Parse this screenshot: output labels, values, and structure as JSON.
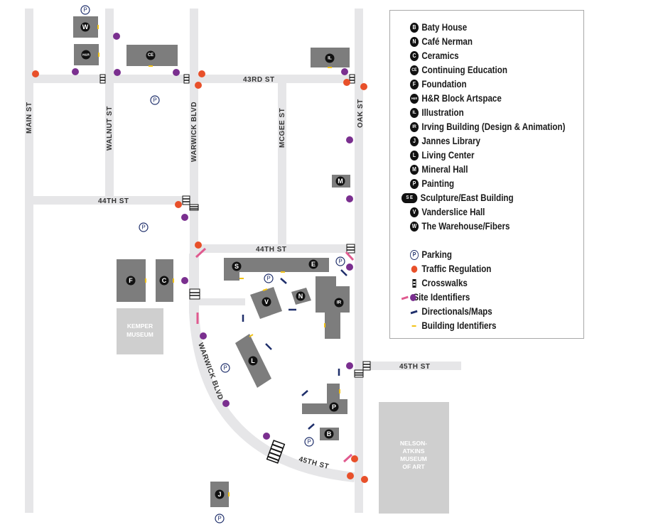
{
  "streets": {
    "main": "MAIN ST",
    "walnut": "WALNUT ST",
    "warwick_north": "WARWICK BLVD",
    "warwick_south": "WARWICK BLVD",
    "mcgee": "MCGEE ST",
    "oak": "OAK ST",
    "st43": "43RD ST",
    "st44_west": "44TH ST",
    "st44_east": "44TH ST",
    "st45_east": "45TH ST",
    "st45_south": "45TH ST"
  },
  "museums": {
    "kemper_line1": "KEMPER",
    "kemper_line2": "MUSEUM",
    "nelson_line1": "NELSON-",
    "nelson_line2": "ATKINS",
    "nelson_line3": "MUSEUM",
    "nelson_line4": "OF ART"
  },
  "buildings": {
    "warehouse": "W",
    "hr_block": "H&R",
    "continuing_ed": "CE",
    "illustration": "IL",
    "mineral": "M",
    "foundation": "F",
    "ceramics": "C",
    "sculpture": "S",
    "east": "E",
    "vanderslice": "V",
    "nerman": "N",
    "irving": "IR",
    "living": "L",
    "painting": "P",
    "baty": "B",
    "jannes": "J"
  },
  "parking_glyph": "P",
  "legend": {
    "items": [
      {
        "symbol": "B",
        "label": "Baty House"
      },
      {
        "symbol": "N",
        "label": "Café Nerman"
      },
      {
        "symbol": "C",
        "label": "Ceramics"
      },
      {
        "symbol": "CE",
        "label": "Continuing Education"
      },
      {
        "symbol": "F",
        "label": "Foundation"
      },
      {
        "symbol": "H&R",
        "label": "H&R Block Artspace"
      },
      {
        "symbol": "IL",
        "label": "Illustration"
      },
      {
        "symbol": "IR",
        "label": "Irving Building (Design & Animation)"
      },
      {
        "symbol": "J",
        "label": "Jannes Library"
      },
      {
        "symbol": "L",
        "label": "Living Center"
      },
      {
        "symbol": "M",
        "label": "Mineral Hall"
      },
      {
        "symbol": "P",
        "label": "Painting"
      },
      {
        "symbol": "S E",
        "label": "Sculpture/East Building"
      },
      {
        "symbol": "V",
        "label": "Vanderslice Hall"
      },
      {
        "symbol": "W",
        "label": "The Warehouse/Fibers"
      }
    ],
    "keys": [
      {
        "symbol": "parking-icon",
        "label": "Parking"
      },
      {
        "symbol": "traffic-dot",
        "label": "Traffic Regulation"
      },
      {
        "symbol": "crosswalk-icon",
        "label": "Crosswalks"
      },
      {
        "symbol": "site-identifier-icon",
        "label": "Site Identifiers"
      },
      {
        "symbol": "directional-icon",
        "label": "Directionals/Maps"
      },
      {
        "symbol": "building-identifier-icon",
        "label": "Building Identifiers"
      }
    ]
  },
  "colors": {
    "road": "#e6e6e8",
    "building": "#7d7d7d",
    "museum": "#cfcfcf",
    "traffic": "#e8502a",
    "site_dot": "#7a2f8f",
    "site_bar": "#e05a8f",
    "directional": "#1f2f6b",
    "identifier": "#f2c318",
    "parking": "#1f2f6b"
  }
}
